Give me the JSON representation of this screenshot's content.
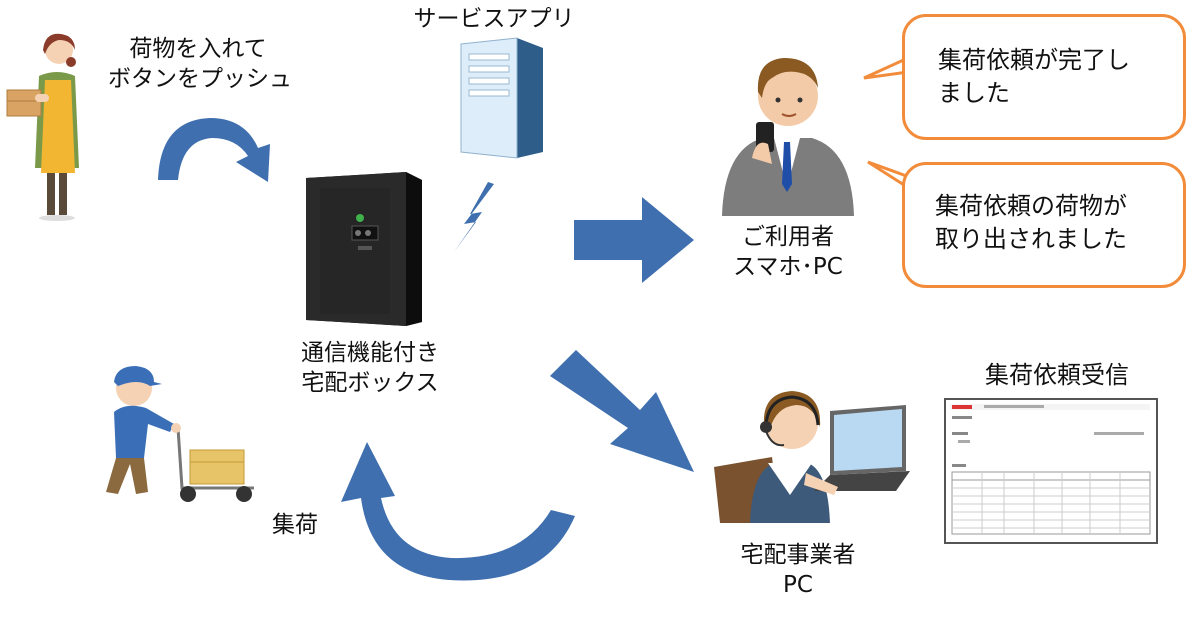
{
  "diagram": {
    "shipper_caption": "荷物を入れて\nボタンをプッシュ",
    "service_app_label": "サービスアプリ",
    "box_caption": "通信機能付き\n宅配ボックス",
    "user_caption": "ご利用者\nスマホ･PC",
    "bubble_complete": "集荷依頼が完了し\nました",
    "bubble_taken": "集荷依頼の荷物が\n取り出されました",
    "courier_caption": "宅配事業者\nPC",
    "screen_title": "集荷依頼受信",
    "pickup_label": "集荷"
  },
  "colors": {
    "arrow_blue": "#3f6fae",
    "bubble_border": "#f28c3a",
    "box_black": "#1e1e1e"
  },
  "icons": [
    "shopkeeper-woman-illustration",
    "server-tower-icon",
    "lightning-signal-icon",
    "delivery-box-illustration",
    "businessman-smartphone-illustration",
    "operator-woman-laptop-illustration",
    "delivery-worker-cart-illustration",
    "screen-thumbnail"
  ]
}
